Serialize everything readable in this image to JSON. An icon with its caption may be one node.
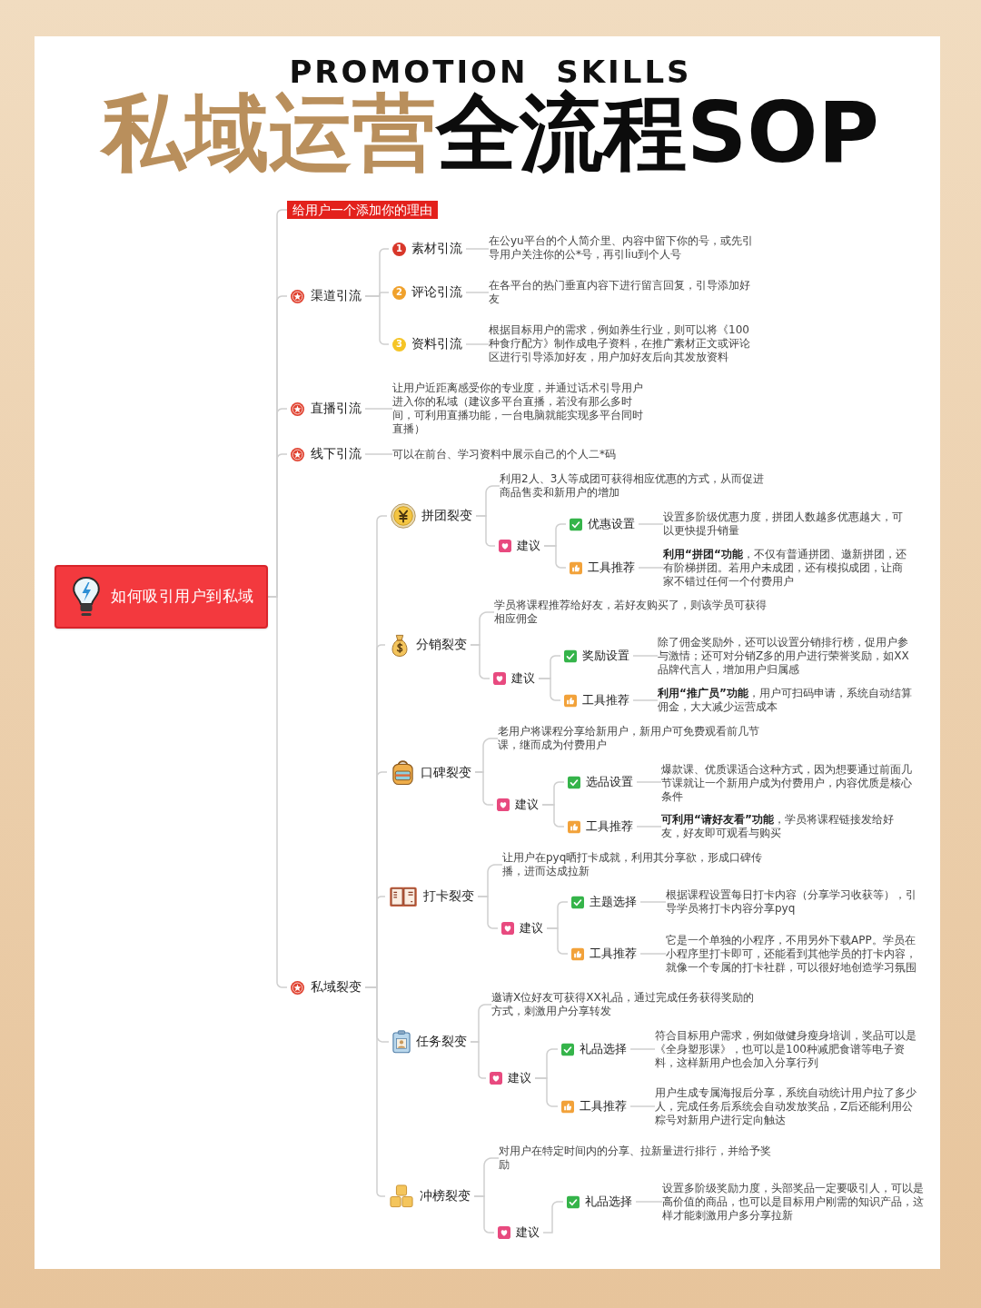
{
  "diagram": {
    "title": "私域运营全流程SOP",
    "nodes": [
      {
        "text": [
          "如何吸引用户到私域"
        ]
      },
      {
        "text": [
          "给用户一个添加你的理由"
        ]
      },
      {
        "text": [
          "渠道引流"
        ]
      },
      {
        "text": [
          "1",
          "素材引流"
        ]
      },
      {
        "text": [
          "在公yu平台的个人简介里、内容中留下你的号，或先引导用户关注你的公*号，再引liu到个人号"
        ]
      },
      {
        "text": [
          "2",
          "评论引流"
        ]
      },
      {
        "text": [
          "在各平台的热门垂直内容下进行留言回复，引导添加好友"
        ]
      },
      {
        "text": [
          "3",
          "资料引流"
        ]
      },
      {
        "text": [
          "根据目标用户的需求，例如养生行业，则可以将《100种食疗配方》制作成电子资料，在推广素材正文或评论区进行引导添加好友，用户加好友后向其发放资料"
        ]
      },
      {
        "text": [
          "直播引流"
        ]
      },
      {
        "text": [
          "让用户近距离感受你的专业度，并通过话术引导用户进入你的私域（建议多平台直播，若没有那么多时间，可利用直播功能，一台电脑就能实现多平台同时直播）"
        ]
      },
      {
        "text": [
          "线下引流"
        ]
      },
      {
        "text": [
          "可以在前台、学习资料中展示自己的个人二*码"
        ]
      },
      {
        "text": [
          "私域裂变"
        ]
      },
      {
        "text": [
          "拼团裂变"
        ]
      },
      {
        "text": [
          "利用2人、3人等成团可获得相应优惠的方式，从而促进商品售卖和新用户的增加"
        ]
      },
      {
        "text": [
          "建议"
        ]
      },
      {
        "text": [
          "优惠设置"
        ]
      },
      {
        "text": [
          "设置多阶级优惠力度，拼团人数越多优惠越大，可以更快提升销量"
        ]
      },
      {
        "text": [
          "工具推荐"
        ]
      },
      {
        "text": [
          "**利用“拼团“功能**，不仅有普通拼团、邀新拼团，还有阶梯拼团。若用户未成团，还有模拟成团，让商家不错过任何一个付费用户"
        ]
      },
      {
        "text": [
          "分销裂变"
        ]
      },
      {
        "text": [
          "学员将课程推荐给好友，若好友购买了，则该学员可获得相应佣金"
        ]
      },
      {
        "text": [
          "建议"
        ]
      },
      {
        "text": [
          "奖励设置"
        ]
      },
      {
        "text": [
          "除了佣金奖励外，还可以设置分销排行榜，促用户参与激情；还可对分销Z多的用户进行荣誉奖励，如XX品牌代言人，增加用户归属感"
        ]
      },
      {
        "text": [
          "工具推荐"
        ]
      },
      {
        "text": [
          "**利用“推广员”功能**，用户可扫码申请，系统自动结算佣金，大大减少运营成本"
        ]
      },
      {
        "text": [
          "口碑裂变"
        ]
      },
      {
        "text": [
          "老用户将课程分享给新用户，新用户可免费观看前几节课，继而成为付费用户"
        ]
      },
      {
        "text": [
          "建议"
        ]
      },
      {
        "text": [
          "选品设置"
        ]
      },
      {
        "text": [
          "爆款课、优质课适合这种方式，因为想要通过前面几节课就让一个新用户成为付费用户，内容优质是核心条件"
        ]
      },
      {
        "text": [
          "工具推荐"
        ]
      },
      {
        "text": [
          "**可利用“请好友看”功能**，学员将课程链接发给好友，好友即可观看与购买"
        ]
      },
      {
        "text": [
          "打卡裂变"
        ]
      },
      {
        "text": [
          "让用户在pyq晒打卡成就，利用其分享欲，形成口碑传播，进而达成拉新"
        ]
      },
      {
        "text": [
          "建议"
        ]
      },
      {
        "text": [
          "主题选择"
        ]
      },
      {
        "text": [
          "根据课程设置每日打卡内容（分享学习收获等），引导学员将打卡内容分享pyq"
        ]
      },
      {
        "text": [
          "工具推荐"
        ]
      },
      {
        "text": [
          "它是一个单独的小程序，不用另外下载APP。学员在小程序里打卡即可，还能看到其他学员的打卡内容，就像一个专属的打卡社群，可以很好地创造学习氛围"
        ]
      },
      {
        "text": [
          "任务裂变"
        ]
      },
      {
        "text": [
          "邀请X位好友可获得XX礼品，通过完成任务获得奖励的方式，刺激用户分享转发"
        ]
      },
      {
        "text": [
          "建议"
        ]
      },
      {
        "text": [
          "礼品选择"
        ]
      },
      {
        "text": [
          "符合目标用户需求，例如做健身瘦身培训，奖品可以是《全身塑形课》，也可以是100种减肥食谱等电子资料，这样新用户也会加入分享行列"
        ]
      },
      {
        "text": [
          "工具推荐"
        ]
      },
      {
        "text": [
          "用户生成专属海报后分享，系统自动统计用户拉了多少人，完成任务后系统会自动发放奖品，Z后还能利用公粽号对新用户进行定向触达"
        ]
      },
      {
        "text": [
          "冲榜裂变"
        ]
      },
      {
        "text": [
          "对用户在特定时间内的分享、拉新量进行排行，并给予奖励"
        ]
      },
      {
        "text": [
          "建议"
        ]
      },
      {
        "text": [
          "礼品选择"
        ]
      },
      {
        "text": [
          "设置多阶级奖励力度，头部奖品一定要吸引人，可以是高价值的商品，也可以是目标用户刚需的知识产品，这样才能刺激用户多分享拉新"
        ]
      }
    ],
    "edges": [
      {
        "from": 0,
        "to": 1,
        "arrow": "none"
      },
      {
        "from": 0,
        "to": 2,
        "arrow": "none"
      },
      {
        "from": 2,
        "to": 3,
        "arrow": "none"
      },
      {
        "from": 3,
        "to": 4,
        "arrow": "none"
      },
      {
        "from": 2,
        "to": 5,
        "arrow": "none"
      },
      {
        "from": 5,
        "to": 6,
        "arrow": "none"
      },
      {
        "from": 2,
        "to": 7,
        "arrow": "none"
      },
      {
        "from": 7,
        "to": 8,
        "arrow": "none"
      },
      {
        "from": 0,
        "to": 9,
        "arrow": "none"
      },
      {
        "from": 9,
        "to": 10,
        "arrow": "none"
      },
      {
        "from": 0,
        "to": 11,
        "arrow": "none"
      },
      {
        "from": 11,
        "to": 12,
        "arrow": "none"
      },
      {
        "from": 0,
        "to": 13,
        "arrow": "none"
      },
      {
        "from": 13,
        "to": 14,
        "arrow": "none"
      },
      {
        "from": 14,
        "to": 15,
        "arrow": "none"
      },
      {
        "from": 14,
        "to": 16,
        "arrow": "none"
      },
      {
        "from": 16,
        "to": 17,
        "arrow": "none"
      },
      {
        "from": 17,
        "to": 18,
        "arrow": "none"
      },
      {
        "from": 16,
        "to": 19,
        "arrow": "none"
      },
      {
        "from": 19,
        "to": 20,
        "arrow": "none"
      },
      {
        "from": 13,
        "to": 21,
        "arrow": "none"
      },
      {
        "from": 21,
        "to": 22,
        "arrow": "none"
      },
      {
        "from": 21,
        "to": 23,
        "arrow": "none"
      },
      {
        "from": 23,
        "to": 24,
        "arrow": "none"
      },
      {
        "from": 24,
        "to": 25,
        "arrow": "none"
      },
      {
        "from": 23,
        "to": 26,
        "arrow": "none"
      },
      {
        "from": 26,
        "to": 27,
        "arrow": "none"
      },
      {
        "from": 13,
        "to": 28,
        "arrow": "none"
      },
      {
        "from": 28,
        "to": 29,
        "arrow": "none"
      },
      {
        "from": 28,
        "to": 30,
        "arrow": "none"
      },
      {
        "from": 30,
        "to": 31,
        "arrow": "none"
      },
      {
        "from": 31,
        "to": 32,
        "arrow": "none"
      },
      {
        "from": 30,
        "to": 33,
        "arrow": "none"
      },
      {
        "from": 33,
        "to": 34,
        "arrow": "none"
      },
      {
        "from": 13,
        "to": 35,
        "arrow": "none"
      },
      {
        "from": 35,
        "to": 36,
        "arrow": "none"
      },
      {
        "from": 35,
        "to": 37,
        "arrow": "none"
      },
      {
        "from": 37,
        "to": 38,
        "arrow": "none"
      },
      {
        "from": 38,
        "to": 39,
        "arrow": "none"
      },
      {
        "from": 37,
        "to": 40,
        "arrow": "none"
      },
      {
        "from": 40,
        "to": 41,
        "arrow": "none"
      },
      {
        "from": 13,
        "to": 42,
        "arrow": "none"
      },
      {
        "from": 42,
        "to": 43,
        "arrow": "none"
      },
      {
        "from": 42,
        "to": 44,
        "arrow": "none"
      },
      {
        "from": 44,
        "to": 45,
        "arrow": "none"
      },
      {
        "from": 45,
        "to": 46,
        "arrow": "none"
      },
      {
        "from": 44,
        "to": 47,
        "arrow": "none"
      },
      {
        "from": 47,
        "to": 48,
        "arrow": "none"
      },
      {
        "from": 13,
        "to": 49,
        "arrow": "none"
      },
      {
        "from": 49,
        "to": 50,
        "arrow": "none"
      },
      {
        "from": 49,
        "to": 51,
        "arrow": "none"
      },
      {
        "from": 51,
        "to": 52,
        "arrow": "none"
      },
      {
        "from": 52,
        "to": 53,
        "arrow": "none"
      }
    ],
    "labels": [
      "PROMOTION SKILLS"
    ]
  }
}
